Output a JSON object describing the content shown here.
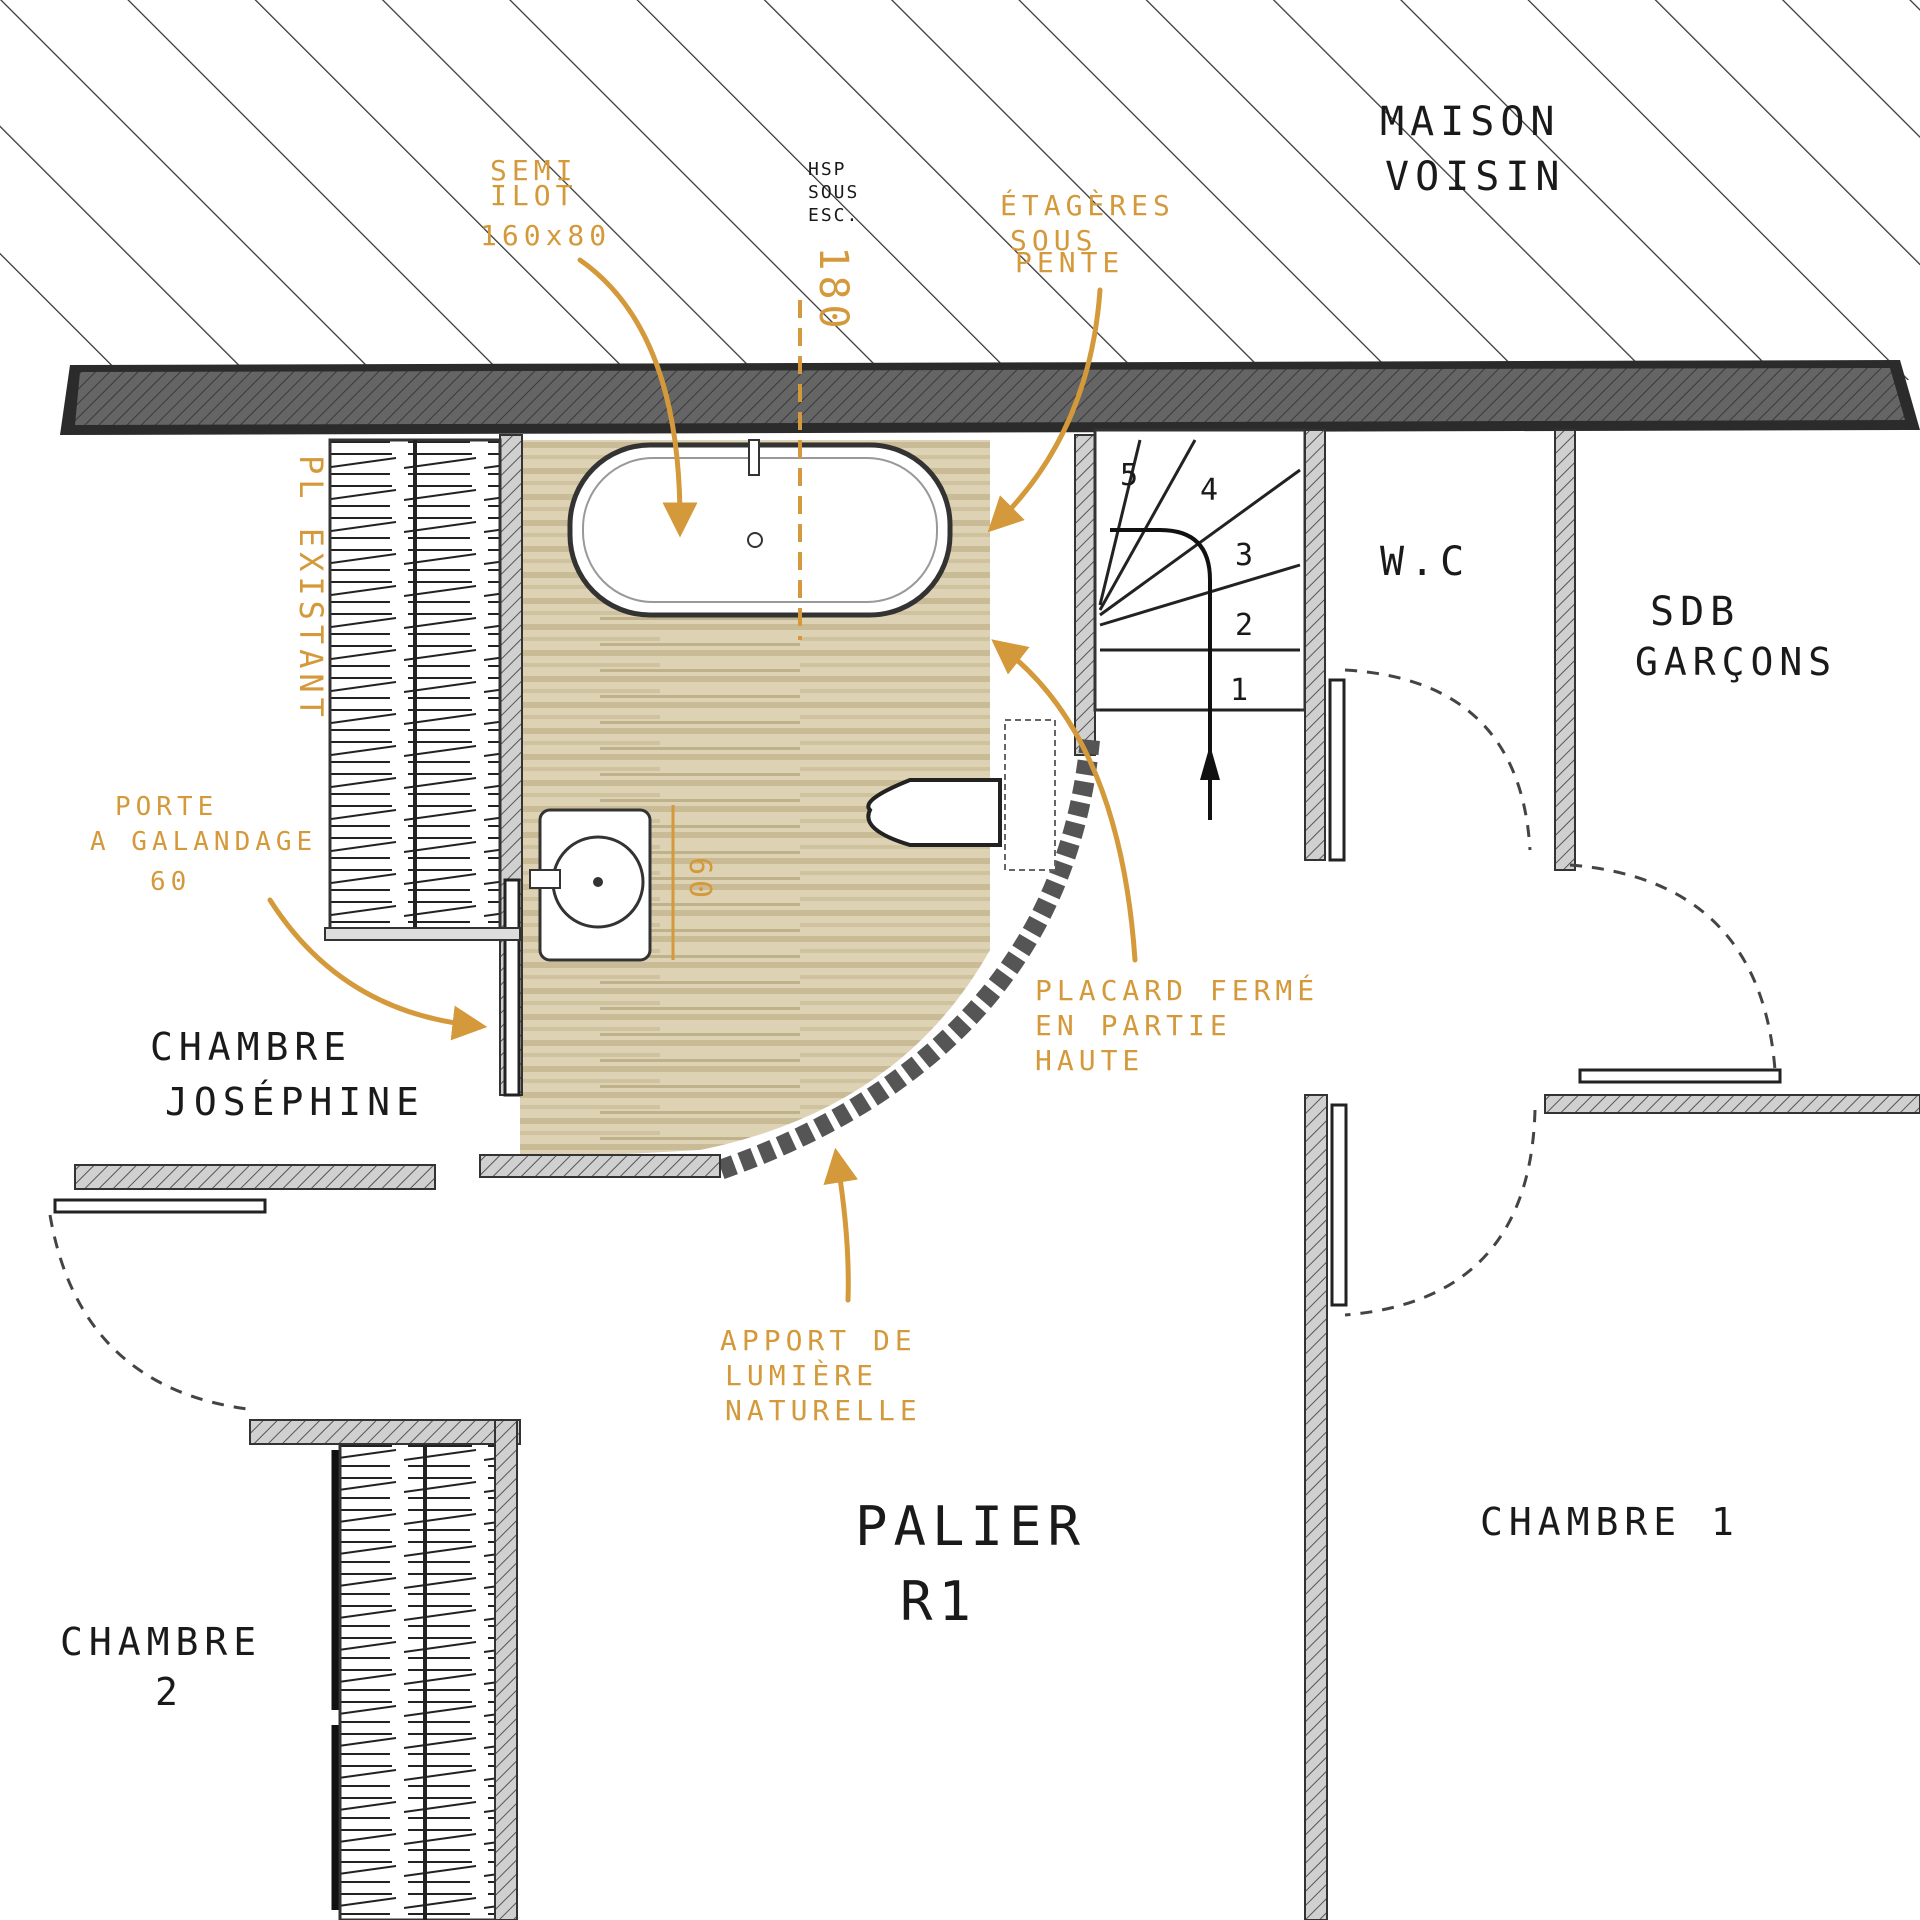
{
  "colors": {
    "ink": "#1a1a1a",
    "annotation": "#d4993a",
    "floor_wood": "#c9bb93",
    "wall_grey": "#bdbdbd"
  },
  "rooms": {
    "neighbor": [
      "MAISON",
      "VOISIN"
    ],
    "wc": "W.C",
    "sdb": [
      "SDB",
      "GARÇONS"
    ],
    "chambre_josephine": [
      "CHAMBRE",
      "JOSÉPHINE"
    ],
    "palier": [
      "PALIER",
      "R1"
    ],
    "chambre1": "CHAMBRE 1",
    "chambre2": [
      "CHAMBRE",
      "2"
    ]
  },
  "annotations": {
    "semi_ilot": [
      "SEMI",
      "ILOT",
      "160x80"
    ],
    "hsp": [
      "HSP",
      "SOUS",
      "ESC."
    ],
    "hsp_value": "180",
    "etageres": [
      "ÉTAGÈRES",
      "SOUS",
      "PENTE"
    ],
    "pl_existant": "PL EXISTANT",
    "porte_galandage": [
      "PORTE",
      "A GALANDAGE",
      "60"
    ],
    "placard": [
      "PLACARD FERMÉ",
      "EN PARTIE",
      "HAUTE"
    ],
    "apport": [
      "APPORT DE",
      "LUMIÈRE",
      "NATURELLE"
    ],
    "sink_dim": "60"
  },
  "stairs": {
    "steps": [
      "1",
      "2",
      "3",
      "4",
      "5"
    ]
  },
  "icons": [
    "hatch-pattern",
    "bathtub-icon",
    "toilet-icon",
    "sink-icon",
    "stair-arrow-icon",
    "door-swing-icon"
  ]
}
